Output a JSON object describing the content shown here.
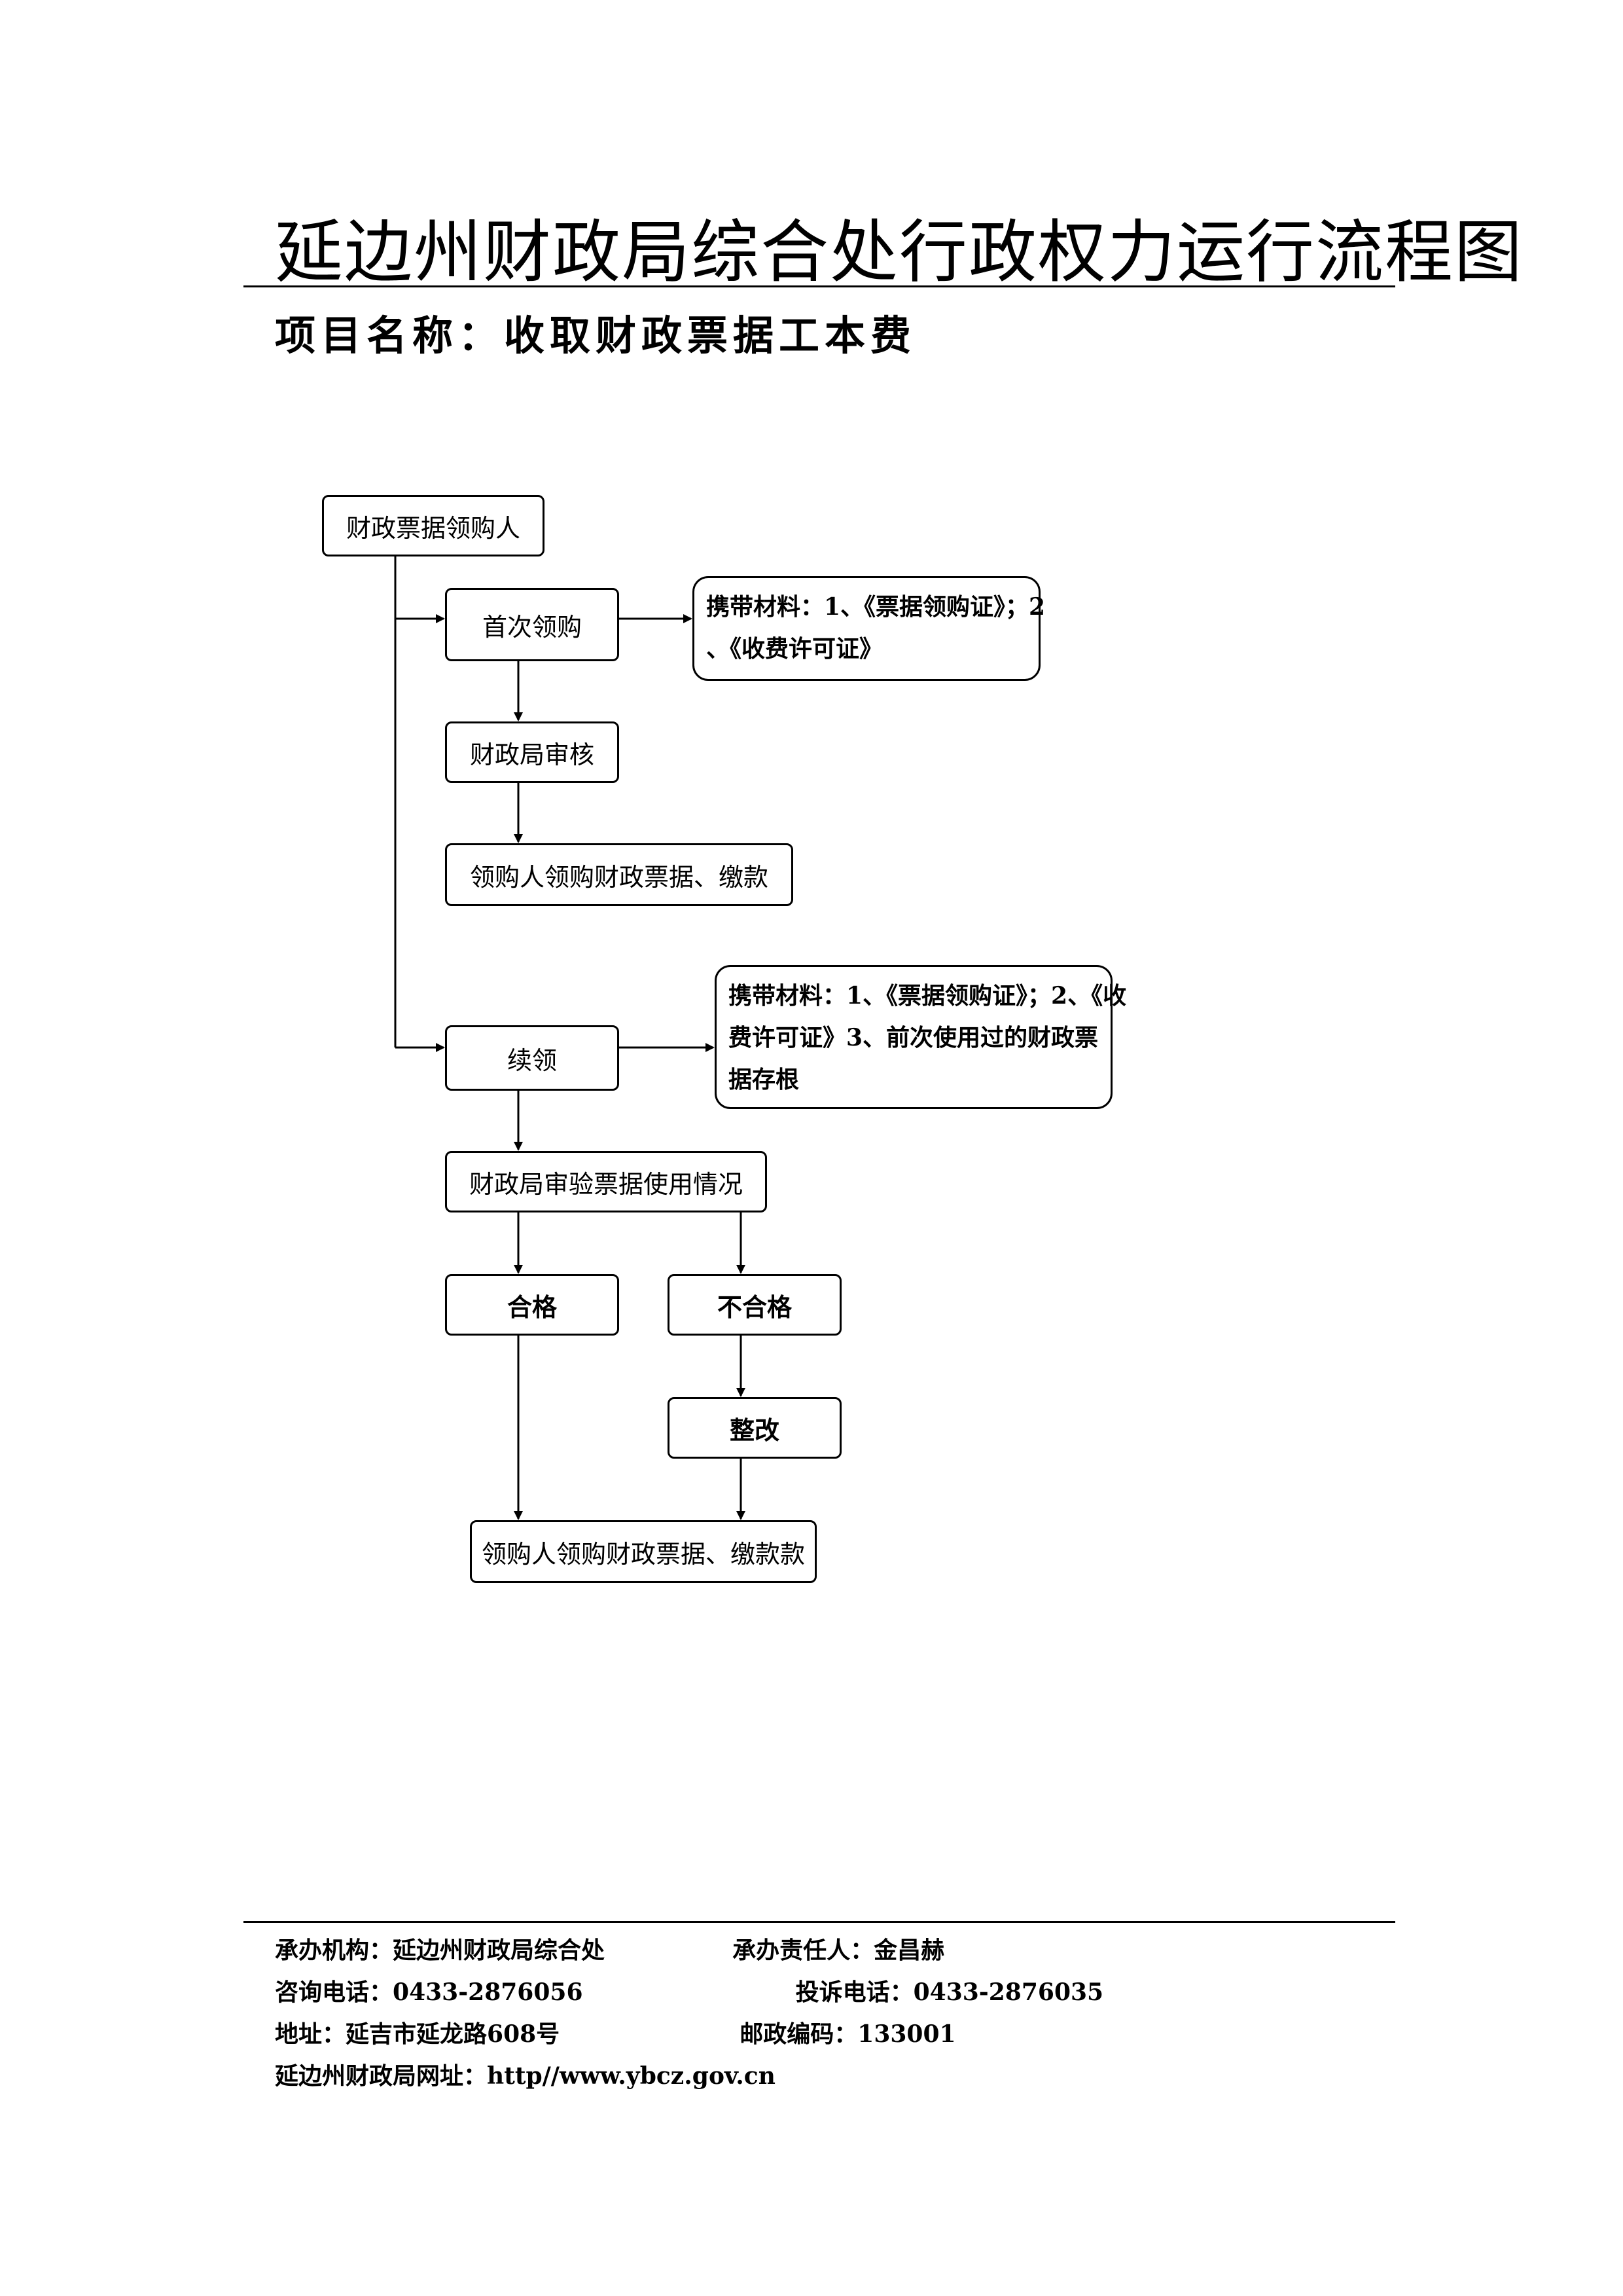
{
  "title": "延边州财政局综合处行政权力运行流程图",
  "subtitle": "项目名称：收取财政票据工本费",
  "flow": {
    "start": "财政票据领购人",
    "first_purchase": "首次领购",
    "first_note_line1": "携带材料：1、《票据领购证》；2",
    "first_note_line2": "、《收费许可证》",
    "finance_review": "财政局审核",
    "buy_pay_1": "领购人领购财政票据、缴款",
    "renewal": "续领",
    "renew_note_line1": "携带材料：1、《票据领购证》；2、《收",
    "renew_note_line2": "费许可证》3、前次使用过的财政票",
    "renew_note_line3": "据存根",
    "usage_check": "财政局审验票据使用情况",
    "qualified": "合格",
    "unqualified": "不合格",
    "rectify": "整改",
    "buy_pay_2": "领购人领购财政票据、缴款款"
  },
  "footer": {
    "org_label": "承办机构：",
    "org_value": "延边州财政局综合处",
    "person_label": "承办责任人：",
    "person_value": "金昌赫",
    "consult_label": "咨询电话：",
    "consult_value": "0433-2876056",
    "complaint_label": "投诉电话：",
    "complaint_value": "0433-2876035",
    "address_label": "地址：",
    "address_value": "延吉市延龙路608号",
    "postcode_label": "邮政编码：",
    "postcode_value": "133001",
    "website_label": "延边州财政局网址：",
    "website_value": "http//www.ybcz.gov.cn"
  }
}
